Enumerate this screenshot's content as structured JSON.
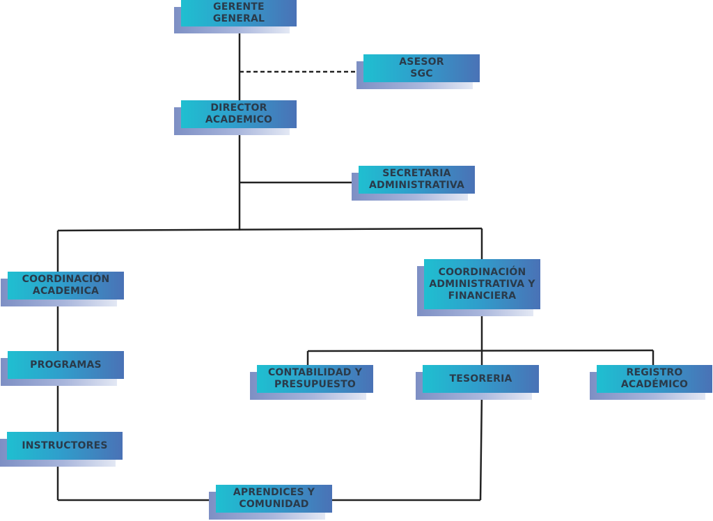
{
  "diagram": {
    "nodes": {
      "gerente": "GERENTE\nGENERAL",
      "asesor": "ASESOR\nSGC",
      "director": "DIRECTOR\nACADEMICO",
      "secretaria": "SECRETARIA\nADMINISTRATIVA",
      "coord_academica": "COORDINACIÓN\nACADEMICA",
      "coord_admin": "COORDINACIÓN\nADMINISTRATIVA Y\nFINANCIERA",
      "programas": "PROGRAMAS",
      "instructores": "INSTRUCTORES",
      "contabilidad": "CONTABILIDAD Y\nPRESUPUESTO",
      "tesoreria": "TESORERIA",
      "registro": "REGISTRO\nACADÉMICO",
      "aprendices": "APRENDICES Y\nCOMUNIDAD"
    },
    "colors": {
      "box_start": "#1fbfd0",
      "box_end": "#4a72b6",
      "shadow": "#8a9bcc",
      "line": "#222222",
      "text": "#2a3a4a"
    }
  }
}
